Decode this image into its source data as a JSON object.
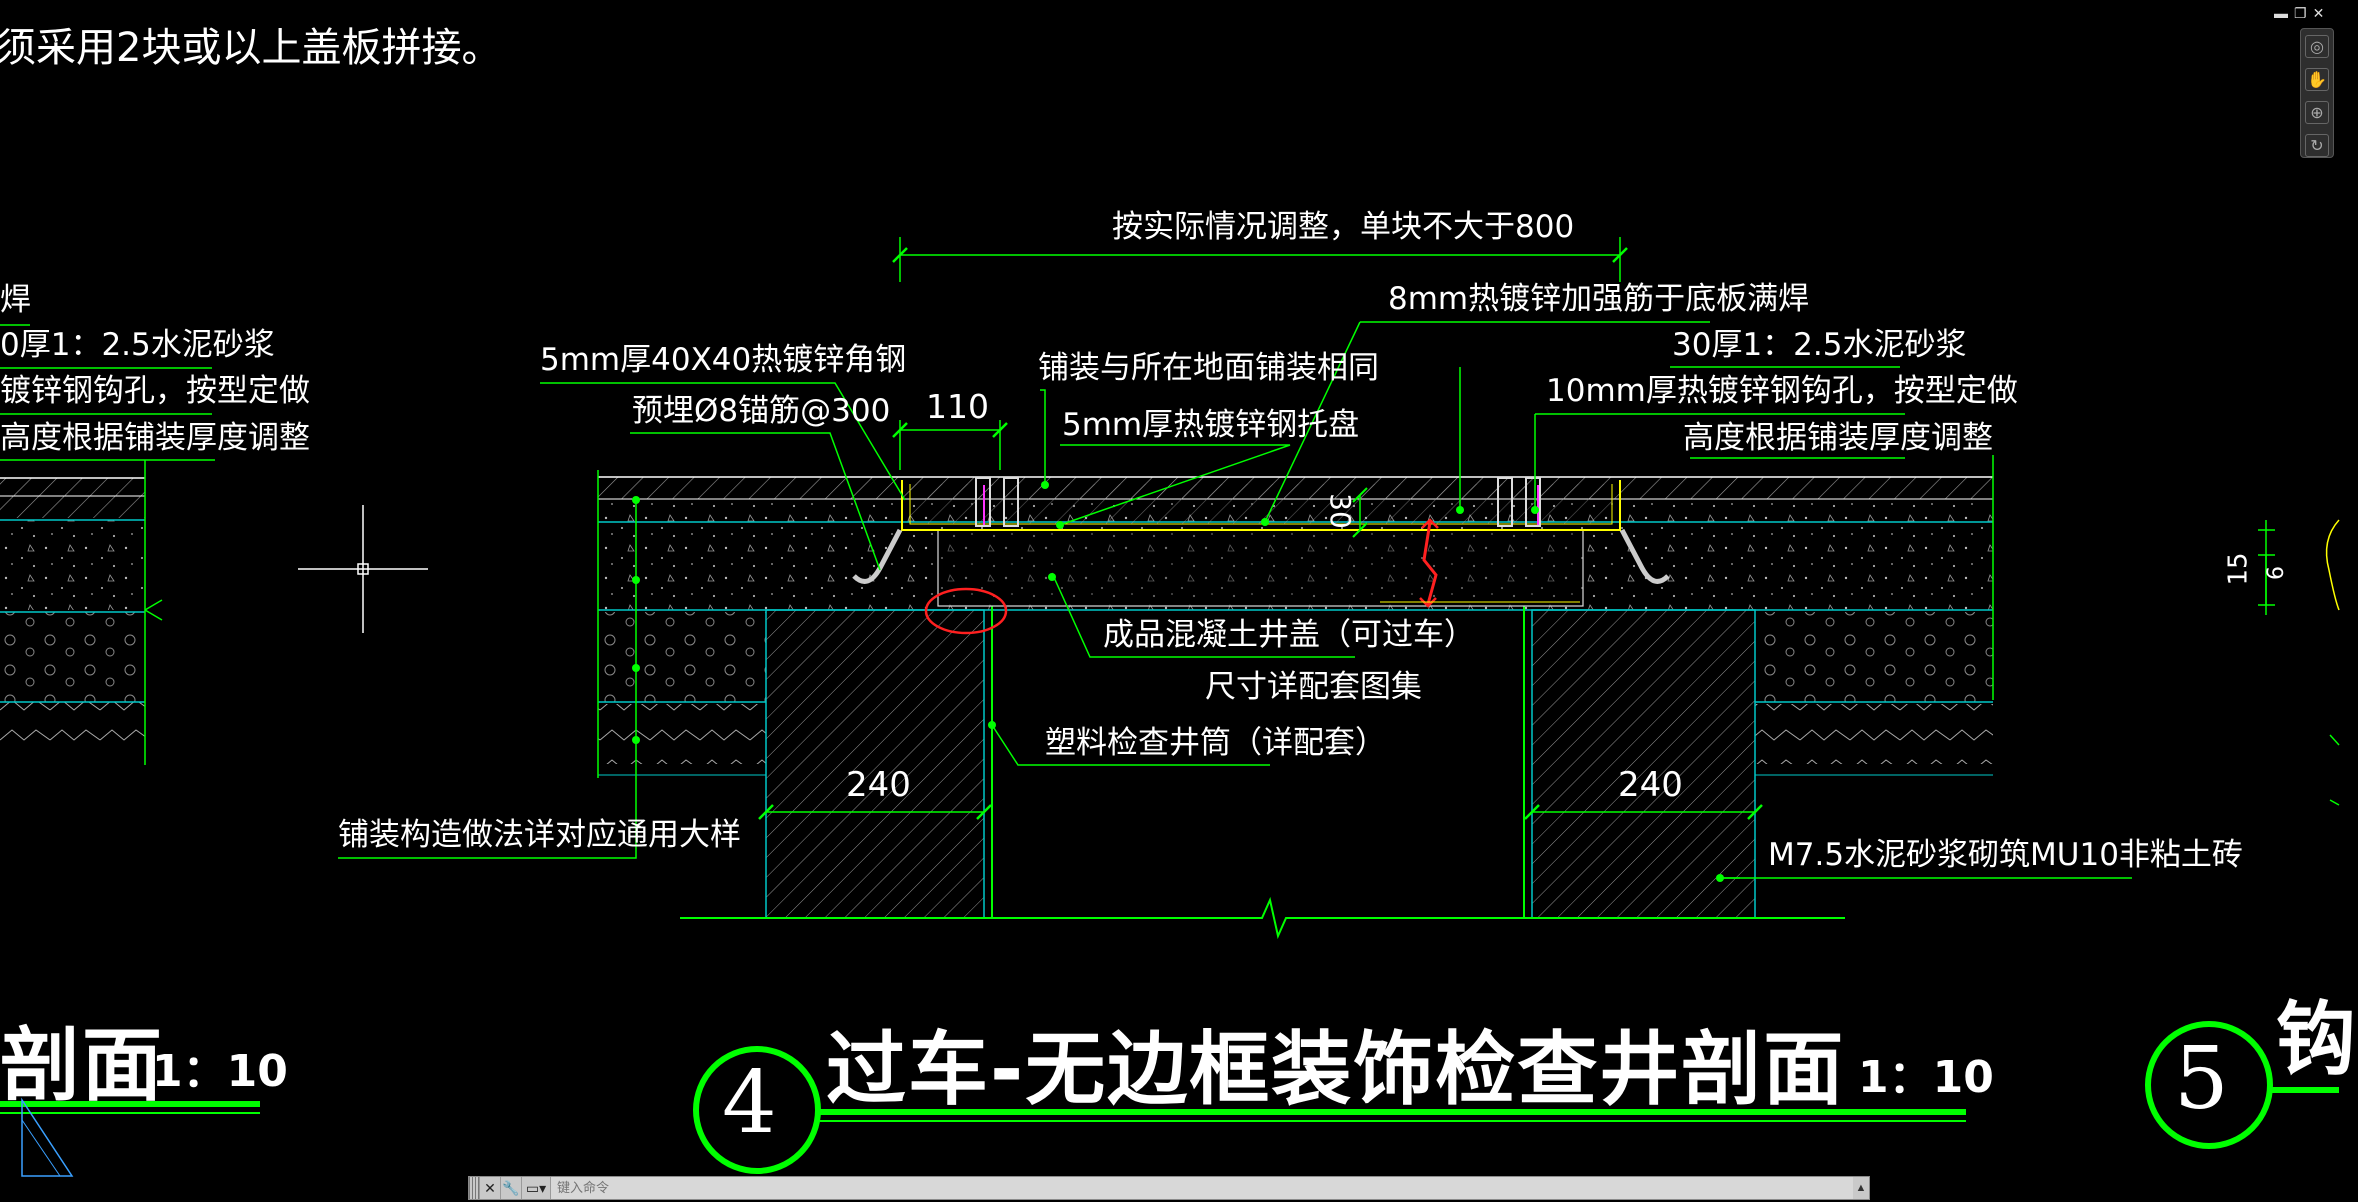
{
  "drawing": {
    "top_note": "须采用2块或以上盖板拼接。",
    "dims": {
      "overall": "按实际情况调整，单块不大于800",
      "d110": "110",
      "d30": "30",
      "d240_left": "240",
      "d240_right": "240",
      "d15": "15",
      "d6": "6"
    },
    "labels": {
      "angle_steel": "5mm厚40X40热镀锌角钢",
      "anchor": "预埋Ø8锚筋@300",
      "paving_same": "铺装与所在地面铺装相同",
      "tray": "5mm厚热镀锌钢托盘",
      "rebar_weld": "8mm热镀锌加强筋于底板满焊",
      "mortar": "30厚1：2.5水泥砂浆",
      "hook": "10mm厚热镀锌钢钩孔，按型定做",
      "height_adjust": "高度根据铺装厚度调整",
      "cover": "成品混凝土井盖（可过车）",
      "cover_detail": "尺寸详配套图集",
      "plastic_shaft": "塑料检查井筒（详配套）",
      "paving_ref": "铺装构造做法详对应通用大样",
      "masonry": "M7.5水泥砂浆砌筑MU10非粘土砖"
    },
    "left_partial": {
      "weld": "焊",
      "mortar": "0厚1：2.5水泥砂浆",
      "hook": "镀锌钢钩孔，按型定做",
      "height": "高度根据铺装厚度调整",
      "title": "剖面",
      "scale": "1：10"
    },
    "main_title": {
      "number": "4",
      "text": "过车-无边框装饰检查井剖面",
      "scale": "1：10"
    },
    "right_partial": {
      "number": "5",
      "text": "钩"
    }
  },
  "command_line": {
    "placeholder": "键入命令"
  },
  "icons": {
    "close": "close-icon",
    "customize": "wrench-icon",
    "history": "command-history-icon",
    "scroll": "scroll-up-icon"
  },
  "colors": {
    "background": "#000000",
    "line_green": "#00ff00",
    "text_white": "#ffffff",
    "cyan": "#00c8c8",
    "yellow": "#ffff00",
    "red": "#ff2020"
  }
}
